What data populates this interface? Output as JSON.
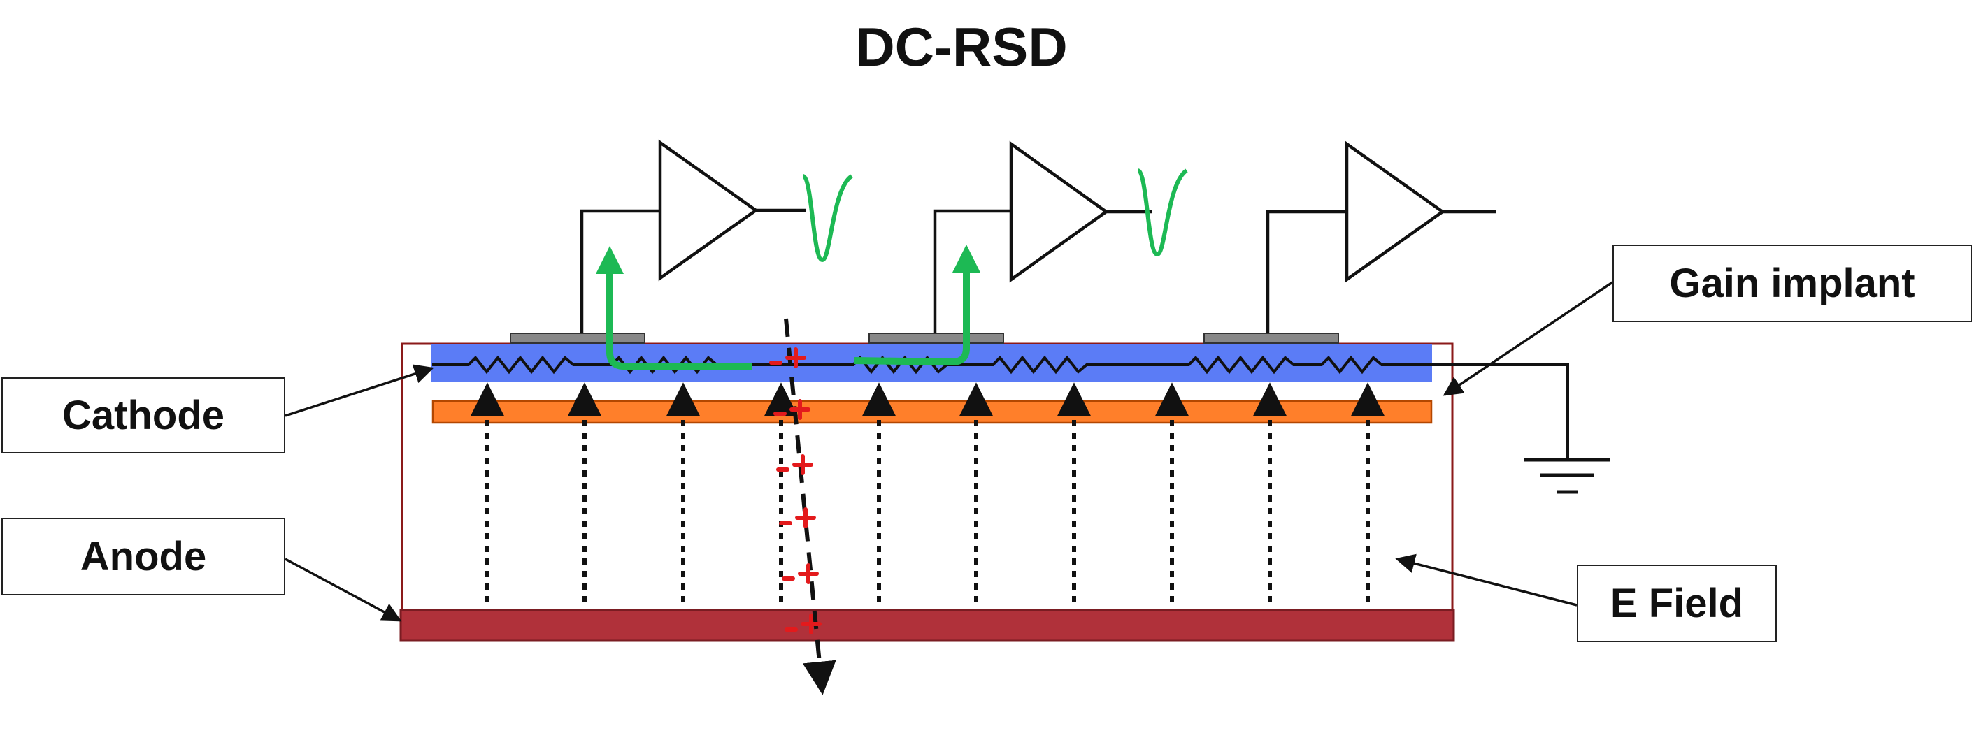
{
  "title": "DC-RSD",
  "labels": {
    "cathode": "Cathode",
    "anode": "Anode",
    "gain_implant": "Gain implant",
    "e_field": "E Field"
  },
  "colors": {
    "cathode_layer": "#5b7cf6",
    "gain_implant_layer": "#ff7f2a",
    "anode_layer": "#b0313a",
    "bulk_border": "#8b1a1a",
    "pad": "#888888",
    "signal": "#1db954",
    "charge": "#e31a1c",
    "wire": "#111111"
  },
  "icons": {
    "amplifier": "amplifier-triangle-icon",
    "ground": "ground-symbol-icon",
    "resistor": "resistor-zigzag-icon"
  }
}
